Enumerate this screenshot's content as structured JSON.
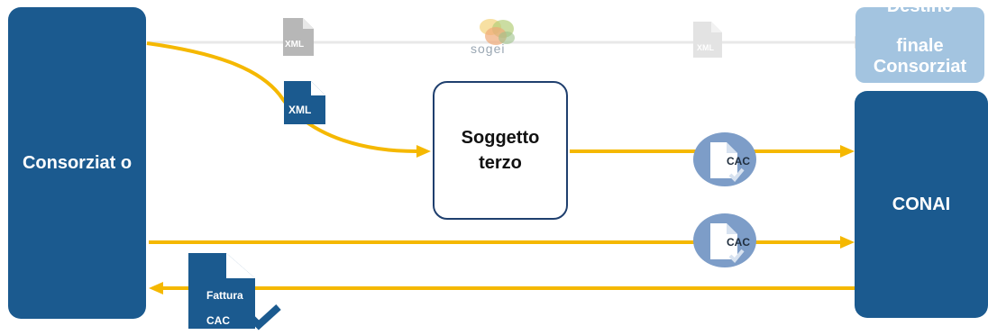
{
  "nodes": {
    "consorziato": "Consorziat o",
    "destino": "finale Consorziat",
    "destino_top": "Destino",
    "soggetto": "Soggetto terzo",
    "conai": "CONAI"
  },
  "sogei": "sogei",
  "docs": {
    "xml_faded_1": "XML",
    "xml_faded_2": "XML",
    "xml_main": "XML",
    "cac_1": "CAC",
    "cac_2": "CAC",
    "fattura": "Fattura",
    "fattura_cac": "CAC"
  },
  "colors": {
    "arrow": "#f5b800",
    "box": "#1b5a8f",
    "box_faded": "#a3c4e0",
    "circle": "#7d9dc8"
  }
}
